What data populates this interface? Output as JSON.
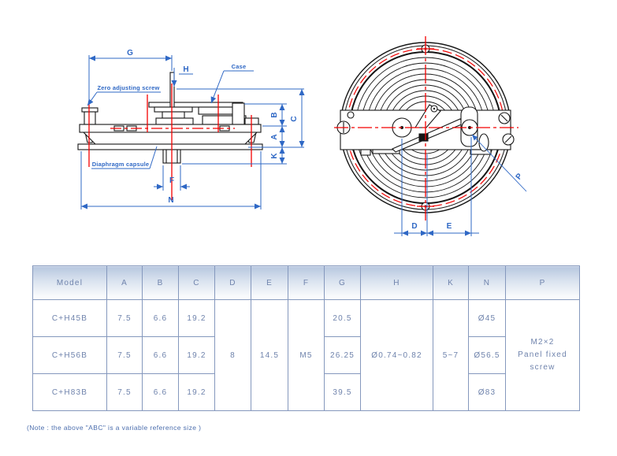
{
  "drawing": {
    "dims": {
      "g": "G",
      "h": "H",
      "b": "B",
      "a": "A",
      "k": "K",
      "c": "C",
      "f": "F",
      "n": "N",
      "d": "D",
      "e": "E",
      "p": "P"
    },
    "callouts": {
      "zero_adjusting_screw": "Zero adjusting screw",
      "case": "Case",
      "diaphragm_capsule": "Diaphragm capsule"
    },
    "colors": {
      "dimension_blue": "#2f68c5",
      "centerline_red": "#f40000",
      "outline_black": "#161616"
    }
  },
  "table": {
    "columns": [
      "Model",
      "A",
      "B",
      "C",
      "D",
      "E",
      "F",
      "G",
      "H",
      "K",
      "N",
      "P"
    ],
    "rows": [
      {
        "model": "C+H45B",
        "a": "7.5",
        "b": "6.6",
        "c": "19.2",
        "g": "20.5",
        "n": "Ø45"
      },
      {
        "model": "C+H56B",
        "a": "7.5",
        "b": "6.6",
        "c": "19.2",
        "g": "26.25",
        "n": "Ø56.5"
      },
      {
        "model": "C+H83B",
        "a": "7.5",
        "b": "6.6",
        "c": "19.2",
        "g": "39.5",
        "n": "Ø83"
      }
    ],
    "shared": {
      "d": "8",
      "e": "14.5",
      "f": "M5",
      "h": "Ø0.74~0.82",
      "k": "5~7",
      "p_line1": "M2×2",
      "p_line2": "Panel fixed",
      "p_line3": "screw"
    },
    "style": {
      "border_color": "#8598bd",
      "text_color": "#6f83ac",
      "header_gradient_top": "#b7c7df"
    }
  },
  "note": "(Note : the above \"ABC\" is a variable reference size )"
}
